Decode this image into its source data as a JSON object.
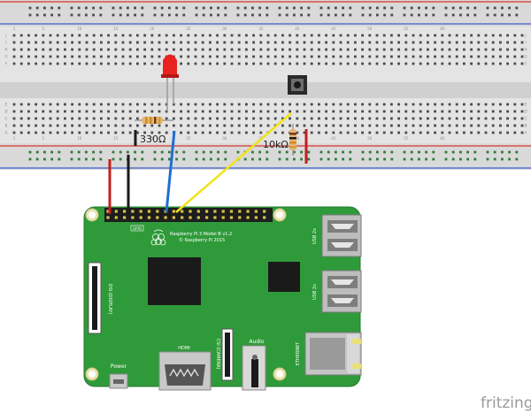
{
  "resistor_led_label": "330Ω",
  "resistor_button_label": "10kΩ",
  "board": {
    "model_line": "Raspberry Pi 3 Model B v1.2",
    "copyright_line": "© Raspberry Pi 2015",
    "usb_label_top": "USB 2x",
    "usb_label_bottom": "USB 2x",
    "ethernet_label": "ETHERNET",
    "hdmi_label": "HDMI",
    "audio_label": "Audio",
    "power_label": "Power",
    "dsi_label": "DSI (DISPLAY)",
    "csi_label": "CSI (CAMERA)",
    "gpio_label": "GPIO"
  },
  "breadboard": {
    "column_numbers": [
      "1",
      "5",
      "10",
      "15",
      "20",
      "25",
      "30",
      "35",
      "40",
      "45",
      "50",
      "55",
      "60"
    ],
    "row_letters_top": [
      "J",
      "I",
      "H",
      "G",
      "F"
    ],
    "row_letters_bottom": [
      "E",
      "D",
      "C",
      "B",
      "A"
    ]
  },
  "watermark": "fritzing",
  "colors": {
    "board_green": "#2f9a3a",
    "breadboard": "#e6e6e6",
    "rail_red": "#d9352c",
    "rail_blue": "#3a5fcd",
    "wire_red": "#c3201e",
    "wire_black": "#1a1a1a",
    "wire_blue": "#1f6fd1",
    "wire_yellow": "#f2e21a",
    "led_red": "#e8231f"
  }
}
